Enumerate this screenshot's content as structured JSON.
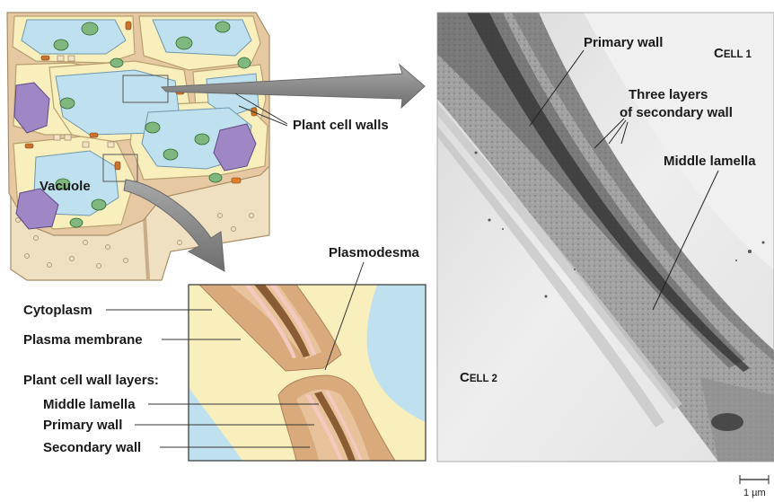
{
  "overview": {
    "vacuole_label": "Vacuole",
    "plant_cell_walls_label": "Plant cell walls"
  },
  "detail": {
    "plasmodesma_label": "Plasmodesma",
    "cytoplasm_label": "Cytoplasm",
    "plasma_membrane_label": "Plasma membrane",
    "wall_layers_heading": "Plant cell wall layers:",
    "middle_lamella_label": "Middle lamella",
    "primary_wall_label": "Primary wall",
    "secondary_wall_label": "Secondary wall"
  },
  "micrograph": {
    "primary_wall_label": "Primary wall",
    "cell1": {
      "initial": "C",
      "rest": "ELL 1"
    },
    "three_layers_line1": "Three layers",
    "three_layers_line2": "of secondary wall",
    "middle_lamella_label": "Middle lamella",
    "cell2": {
      "initial": "C",
      "rest": "ELL 2"
    },
    "scale_bar_label": "1 µm"
  },
  "colors": {
    "vacuole": "#bfe1ef",
    "cytoplasm": "#f9efbd",
    "wall": "#e6c9a2",
    "chloroplast": "#7fb77f",
    "nucleus": "#9f86c4",
    "arrow": "#8c8c8c",
    "micrograph_bg": "#e9e9e9"
  }
}
